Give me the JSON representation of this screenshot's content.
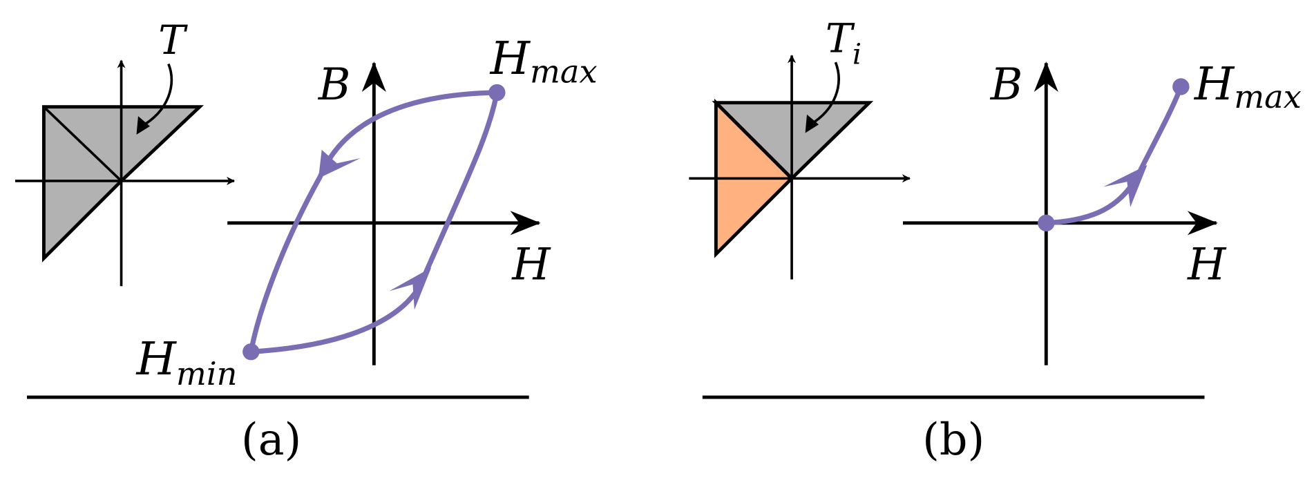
{
  "panels": {
    "a": {
      "caption": "(a)",
      "triangle_label": "T",
      "axis_b": "B",
      "axis_h": "H",
      "h_max": {
        "base": "H",
        "sub": "max"
      },
      "h_min": {
        "base": "H",
        "sub": "min"
      }
    },
    "b": {
      "caption": "(b)",
      "triangle_label": {
        "base": "T",
        "sub": "i"
      },
      "axis_b": "B",
      "axis_h": "H",
      "h_max": {
        "base": "H",
        "sub": "max"
      }
    }
  },
  "colors": {
    "curve": "#7b6db3",
    "triangle_gray": "#b2b2b2",
    "triangle_orange": "#ffb27f",
    "ink": "#000000"
  }
}
